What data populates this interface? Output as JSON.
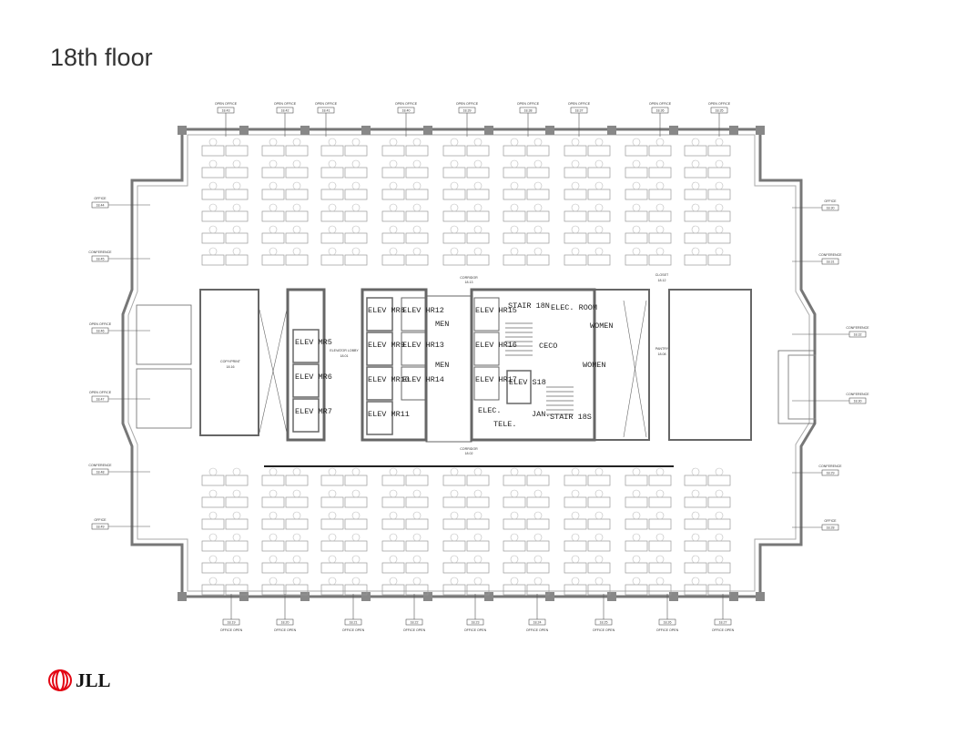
{
  "title": "18th floor",
  "brand": {
    "name": "JLL",
    "color": "#e30613"
  },
  "colors": {
    "wall": "#777777",
    "line": "#444444",
    "desk": "#999999"
  },
  "top_rooms": [
    {
      "type": "OPEN OFFICE",
      "num": "18.43"
    },
    {
      "type": "OPEN OFFICE",
      "num": "18.42"
    },
    {
      "type": "OPEN OFFICE",
      "num": "18.41"
    },
    {
      "type": "OPEN OFFICE",
      "num": "18.40"
    },
    {
      "type": "OPEN OFFICE",
      "num": "18.39"
    },
    {
      "type": "OPEN OFFICE",
      "num": "18.38"
    },
    {
      "type": "OPEN OFFICE",
      "num": "18.37"
    },
    {
      "type": "OPEN OFFICE",
      "num": "18.36"
    },
    {
      "type": "OPEN OFFICE",
      "num": "18.35"
    }
  ],
  "bottom_rooms": [
    {
      "type": "OFFICE OPEN",
      "num": "18.19"
    },
    {
      "type": "OFFICE OPEN",
      "num": "18.20"
    },
    {
      "type": "OFFICE OPEN",
      "num": "18.21"
    },
    {
      "type": "OFFICE OPEN",
      "num": "18.22"
    },
    {
      "type": "OFFICE OPEN",
      "num": "18.23"
    },
    {
      "type": "OFFICE OPEN",
      "num": "18.24"
    },
    {
      "type": "OFFICE OPEN",
      "num": "18.25"
    },
    {
      "type": "OFFICE OPEN",
      "num": "18.26"
    },
    {
      "type": "OFFICE OPEN",
      "num": "18.27"
    }
  ],
  "left_rooms": [
    {
      "type": "OFFICE",
      "num": "18.44"
    },
    {
      "type": "CONFERENCE",
      "num": "18.45"
    },
    {
      "type": "OPEN OFFICE",
      "num": "18.46"
    },
    {
      "type": "OPEN OFFICE",
      "num": "18.47"
    },
    {
      "type": "CONFERENCE",
      "num": "18.48"
    },
    {
      "type": "OFFICE",
      "num": "18.49"
    }
  ],
  "right_rooms": [
    {
      "type": "OFFICE",
      "num": "18.30"
    },
    {
      "type": "CONFERENCE",
      "num": "18.31"
    },
    {
      "type": "CONFERENCE",
      "num": "18.32"
    },
    {
      "type": "CONFERENCE",
      "num": "18.30"
    },
    {
      "type": "CONFERENCE",
      "num": "18.29"
    },
    {
      "type": "OFFICE",
      "num": "18.28"
    }
  ],
  "core_labels": {
    "elev_mr5": "ELEV MR5",
    "elev_mr6": "ELEV MR6",
    "elev_mr7": "ELEV MR7",
    "elev_mr8": "ELEV MR8",
    "elev_mr9": "ELEV MR9",
    "elev_mr10": "ELEV MR10",
    "elev_mr11": "ELEV MR11",
    "elev_hr12": "ELEV HR12",
    "elev_hr13": "ELEV HR13",
    "elev_hr14": "ELEV HR14",
    "elev_hr15": "ELEV HR15",
    "elev_hr16": "ELEV HR16",
    "elev_hr17": "ELEV HR17",
    "elev_s18": "ELEV S18",
    "men": "MEN",
    "men2": "MEN",
    "women": "WOMEN",
    "women2": "WOMEN",
    "stair_n": "STAIR 18N",
    "stair_s": "STAIR 18S",
    "elec_room": "ELEC. ROOM",
    "ceco": "CECO",
    "elec": "ELEC.",
    "tele": "TELE.",
    "jan": "JAN."
  },
  "small_labels": {
    "elevator_lobby": "ELEVATOR LOBBY",
    "elevator_lobby_num": "18.01",
    "corridor_top": "CORRIDOR",
    "corridor_top_num": "18.13",
    "corridor_bottom": "CORRIDOR",
    "corridor_bottom_num": "18.02",
    "pantry": "PANTRY",
    "pantry_num": "18.08",
    "copy_print": "COPY/PRINT",
    "copy_print_num": "18.16",
    "closet": "CLOSET",
    "closet_num": "18.12"
  }
}
